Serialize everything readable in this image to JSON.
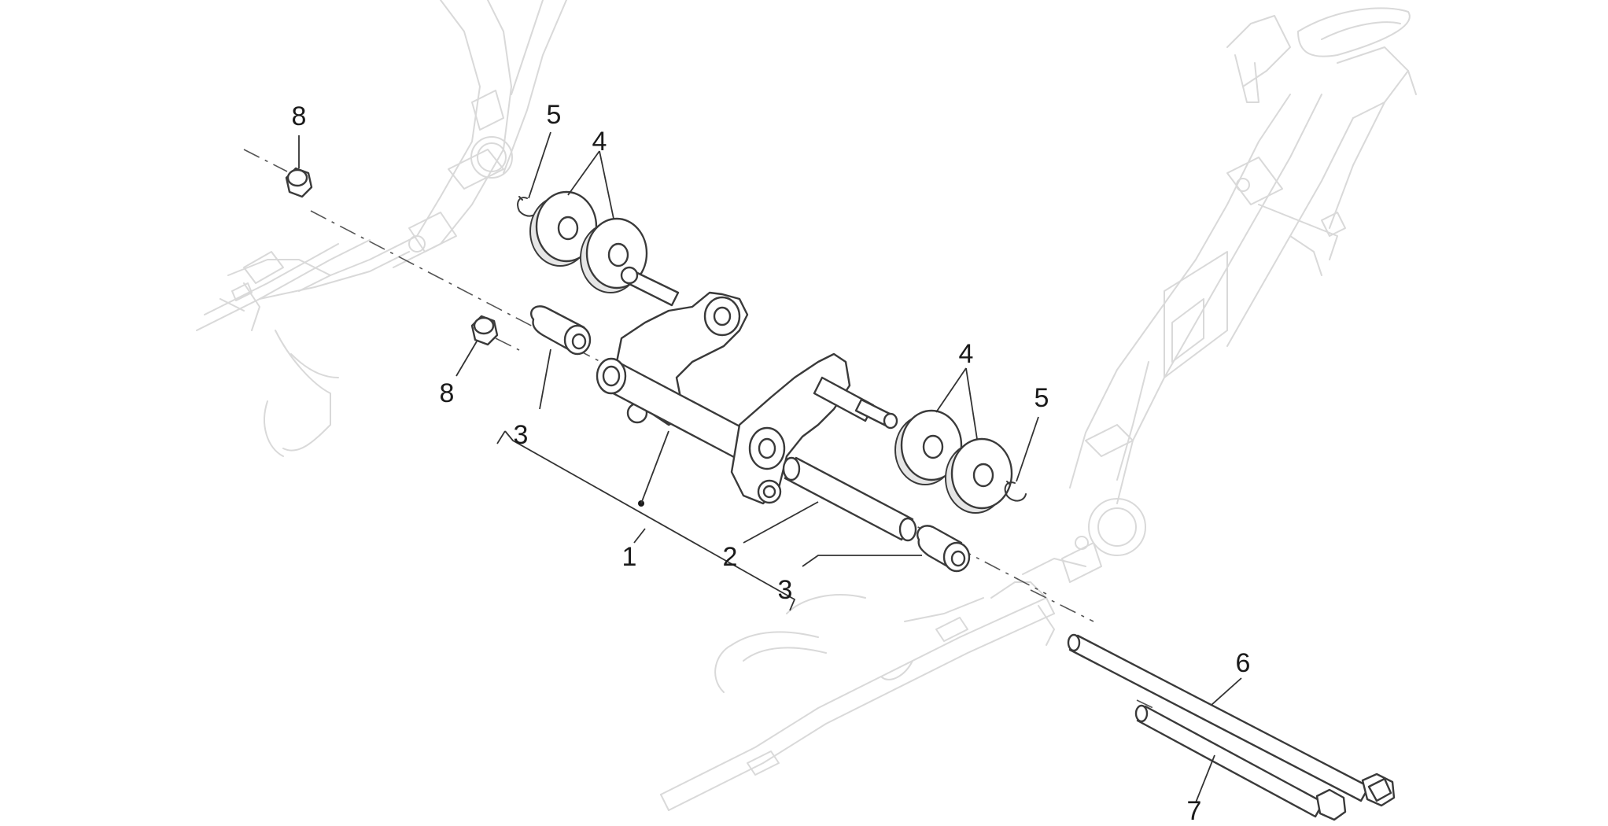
{
  "callouts": [
    {
      "id": "c8a",
      "label": "8"
    },
    {
      "id": "c5a",
      "label": "5"
    },
    {
      "id": "c4a",
      "label": "4"
    },
    {
      "id": "c8b",
      "label": "8"
    },
    {
      "id": "c3a",
      "label": "3"
    },
    {
      "id": "c1",
      "label": "1"
    },
    {
      "id": "c2",
      "label": "2"
    },
    {
      "id": "c3b",
      "label": "3"
    },
    {
      "id": "c4b",
      "label": "4"
    },
    {
      "id": "c5b",
      "label": "5"
    },
    {
      "id": "c6",
      "label": "6"
    },
    {
      "id": "c7",
      "label": "7"
    }
  ],
  "colors": {
    "background": "#ffffff",
    "frame_ghost": "#d9d9d9",
    "part_line": "#3a3a3a",
    "text": "#1a1a1a"
  }
}
